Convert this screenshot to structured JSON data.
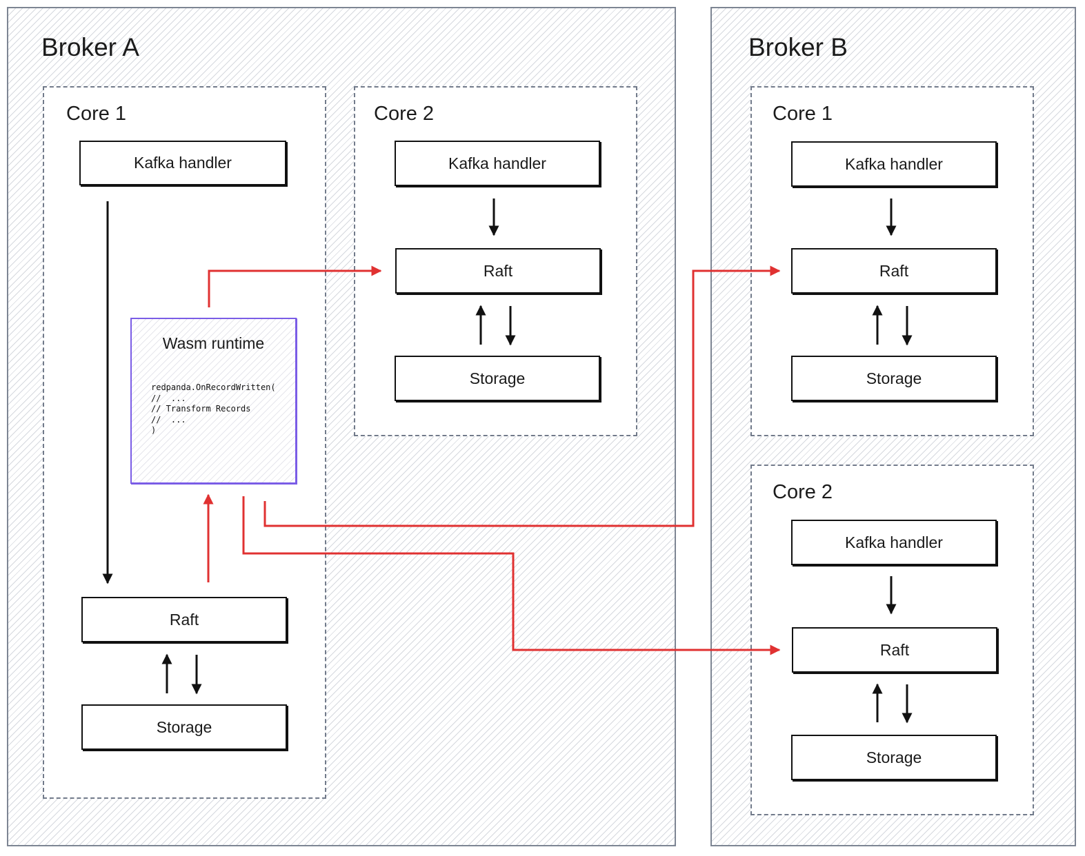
{
  "brokers": [
    {
      "title": "Broker A",
      "cores": [
        {
          "title": "Core 1",
          "kafka": "Kafka handler",
          "raft": "Raft",
          "storage": "Storage"
        },
        {
          "title": "Core 2",
          "kafka": "Kafka handler",
          "raft": "Raft",
          "storage": "Storage"
        }
      ]
    },
    {
      "title": "Broker B",
      "cores": [
        {
          "title": "Core 1",
          "kafka": "Kafka handler",
          "raft": "Raft",
          "storage": "Storage"
        },
        {
          "title": "Core 2",
          "kafka": "Kafka handler",
          "raft": "Raft",
          "storage": "Storage"
        }
      ]
    }
  ],
  "wasm": {
    "title": "Wasm runtime",
    "code": [
      "redpanda.OnRecordWritten(",
      "//  ...",
      "// Transform Records",
      "//  ...",
      ")"
    ]
  },
  "colors": {
    "data_flow": "#111111",
    "transform_flow": "#e03131",
    "wasm_border": "#7a5ce6",
    "core_border": "#717a8a",
    "broker_border": "#7d8593"
  }
}
